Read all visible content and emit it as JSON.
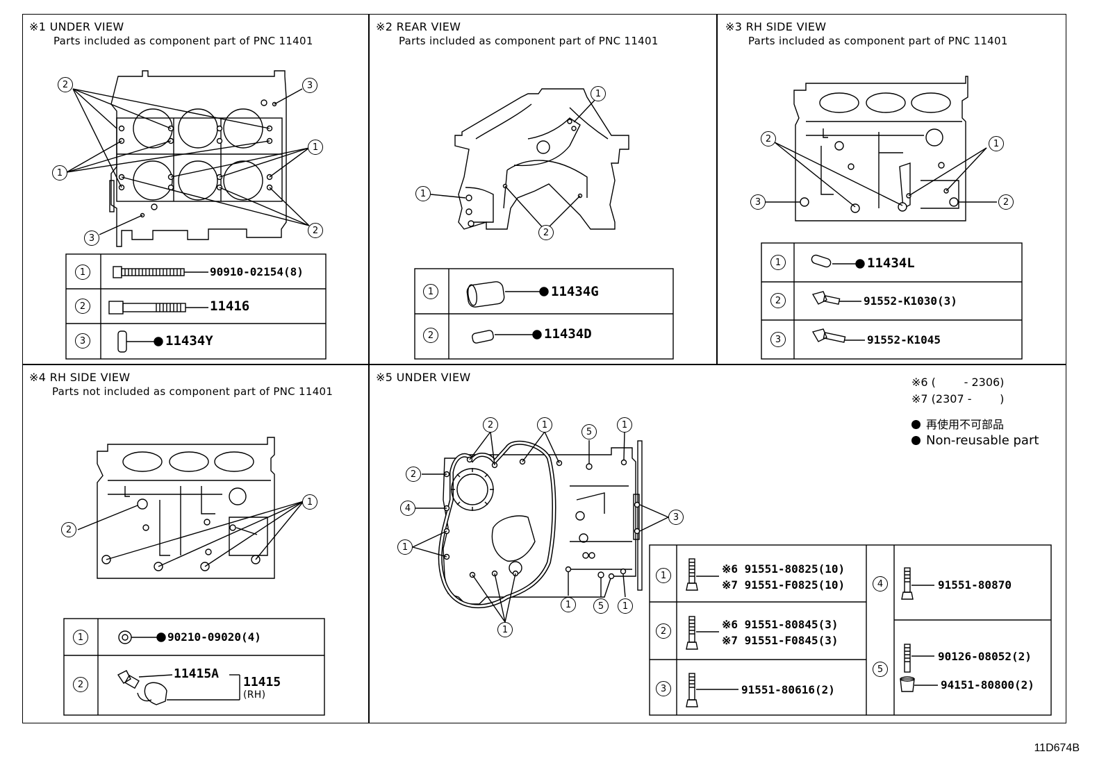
{
  "panels": {
    "p1": {
      "title": "※1 UNDER VIEW",
      "subtitle": "Parts included as component part of PNC 11401",
      "rows": [
        {
          "num": "1",
          "part": "90910-02154(8)"
        },
        {
          "num": "2",
          "part": "11416"
        },
        {
          "num": "3",
          "part": "11434Y"
        }
      ]
    },
    "p2": {
      "title": "※2 REAR VIEW",
      "subtitle": "Parts included as component part of PNC 11401",
      "rows": [
        {
          "num": "1",
          "part": "11434G"
        },
        {
          "num": "2",
          "part": "11434D"
        }
      ]
    },
    "p3": {
      "title": "※3 RH SIDE VIEW",
      "subtitle": "Parts included as component part of PNC 11401",
      "rows": [
        {
          "num": "1",
          "part": "11434L"
        },
        {
          "num": "2",
          "part": "91552-K1030(3)"
        },
        {
          "num": "3",
          "part": "91552-K1045"
        }
      ]
    },
    "p4": {
      "title": "※4 RH SIDE VIEW",
      "subtitle": "Parts not included as component part of PNC 11401",
      "rows": [
        {
          "num": "1",
          "part": "90210-09020(4)"
        },
        {
          "num": "2",
          "part_a": "11415A",
          "part_b": "11415",
          "side": "(RH)"
        }
      ]
    },
    "p5": {
      "title": "※5 UNDER VIEW",
      "rows": [
        {
          "num": "1",
          "a": "※6 91551-80825(10)",
          "b": "※7 91551-F0825(10)"
        },
        {
          "num": "2",
          "a": "※6 91551-80845(3)",
          "b": "※7 91551-F0845(3)"
        },
        {
          "num": "3",
          "part": "91551-80616(2)"
        },
        {
          "num": "4",
          "part": "91551-80870"
        },
        {
          "num": "5",
          "a": "90126-08052(2)",
          "b": "94151-80800(2)"
        }
      ]
    }
  },
  "legend": {
    "n6": "※6 (        - 2306)",
    "n7": "※7 (2307 -        )",
    "jp": "再使用不可部品",
    "en": "Non-reusable part"
  },
  "callouts": {
    "c1": "1",
    "c2": "2",
    "c3": "3",
    "c4": "4",
    "c5": "5"
  },
  "figure_code": "11D674B"
}
